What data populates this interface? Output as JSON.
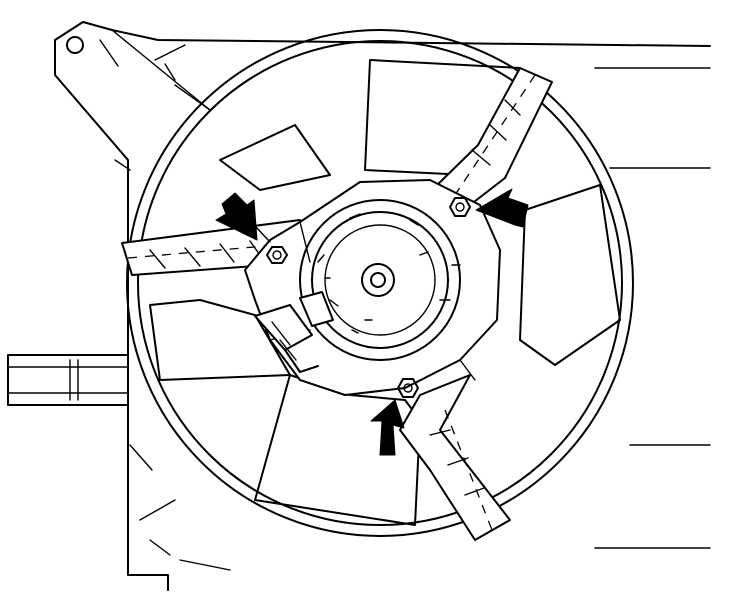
{
  "figure": {
    "subject": "radiator-cooling-fan-assembly",
    "colors": {
      "line": "#000000",
      "background": "#ffffff"
    },
    "callouts": [
      {
        "id": "upper-left-nut",
        "pointer": "arrow"
      },
      {
        "id": "upper-right-nut",
        "pointer": "arrow"
      },
      {
        "id": "lower-nut",
        "pointer": "arrow"
      }
    ]
  }
}
